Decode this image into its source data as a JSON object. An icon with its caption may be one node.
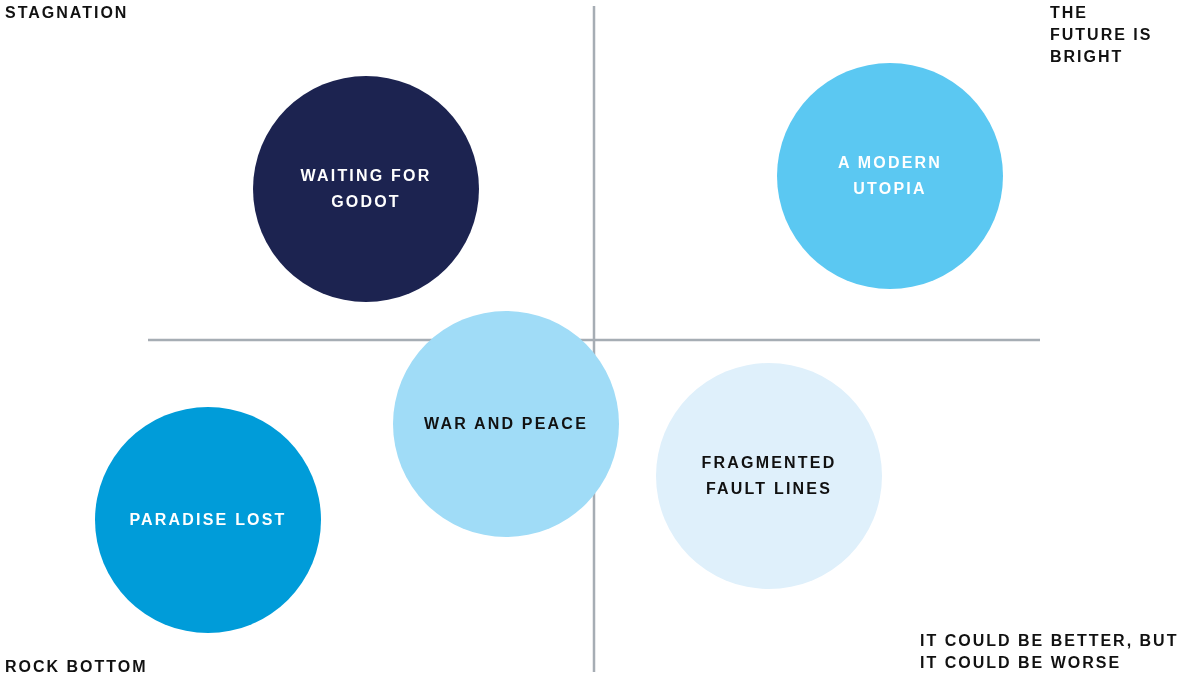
{
  "diagram": {
    "nodes": [
      {
        "text": [
          "WAITING FOR GODOT"
        ]
      },
      {
        "text": [
          "A MODERN UTOPIA"
        ]
      },
      {
        "text": [
          "WAR AND PEACE"
        ]
      },
      {
        "text": [
          "PARADISE LOST"
        ]
      },
      {
        "text": [
          "FRAGMENTED FAULT LINES"
        ]
      }
    ],
    "labels": [
      "STAGNATION",
      "THE FUTURE IS BRIGHT",
      "ROCK BOTTOM",
      "IT COULD BE BETTER, BUT IT COULD BE WORSE"
    ]
  }
}
